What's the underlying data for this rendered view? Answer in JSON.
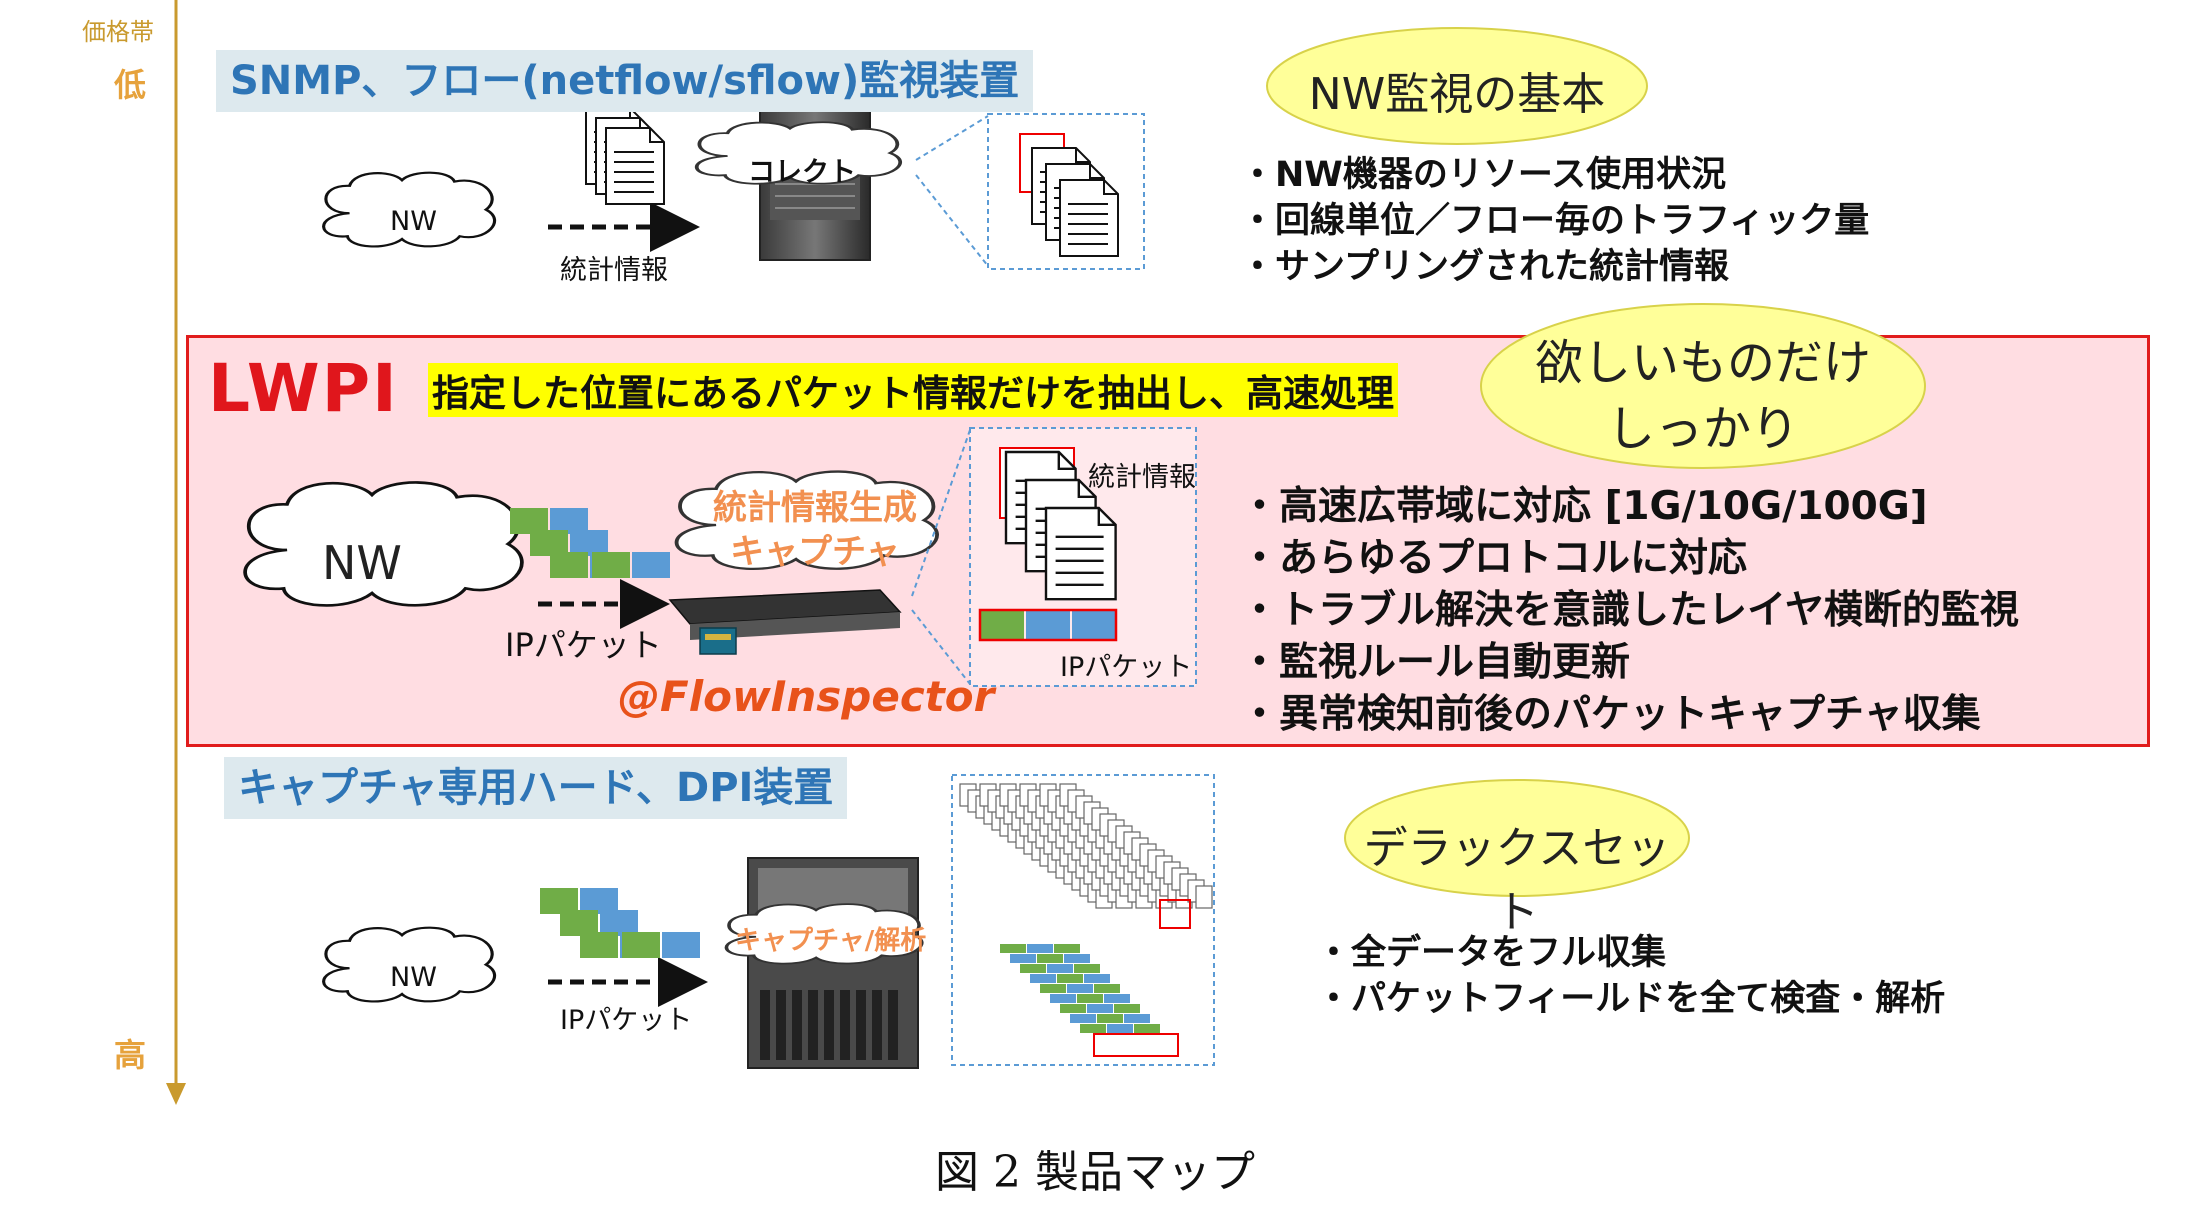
{
  "axis": {
    "label": "価格帯",
    "low": "低",
    "high": "高"
  },
  "tier1": {
    "title": "SNMP、フロー(netflow/sflow)監視装置",
    "cloud_label": "NW",
    "arrow_label": "統計情報",
    "server_cloud": "コレクト",
    "oval": "NW監視の基本",
    "bullets": [
      "・NW機器のリソース使用状況",
      "・回線単位／フロー毎のトラフィック量",
      "・サンプリングされた統計情報"
    ]
  },
  "tier2": {
    "title": "LWPI",
    "subtitle": "指定した位置にあるパケット情報だけを抽出し、高速処理",
    "cloud_label": "NW",
    "arrow_label": "IPパケット",
    "server_cloud_line1": "統計情報生成",
    "server_cloud_line2": "キャプチャ",
    "doc_label": "統計情報",
    "packet_label": "IPパケット",
    "brand": "@FlowInspector",
    "oval_line1": "欲しいものだけ",
    "oval_line2": "しっかり",
    "bullets": [
      "・高速広帯域に対応 [1G/10G/100G]",
      "・あらゆるプロトコルに対応",
      "・トラブル解決を意識したレイヤ横断的監視",
      "・監視ルール自動更新",
      "・異常検知前後のパケットキャプチャ収集"
    ]
  },
  "tier3": {
    "title": "キャプチャ専用ハード、DPI装置",
    "cloud_label": "NW",
    "arrow_label": "IPパケット",
    "server_cloud": "キャプチャ/解析",
    "oval": "デラックスセット",
    "bullets": [
      "・全データをフル収集",
      "・パケットフィールドを全て検査・解析"
    ]
  },
  "caption": "図 2 製品マップ",
  "colors": {
    "axis": "#c99a2e",
    "tier_title": "#2e75b6",
    "lwpi_red": "#e0161c",
    "lwpi_bg": "#ffdde2",
    "oval_fill": "#ffff99",
    "packet_green": "#70ad47",
    "packet_blue": "#5b9bd5"
  }
}
